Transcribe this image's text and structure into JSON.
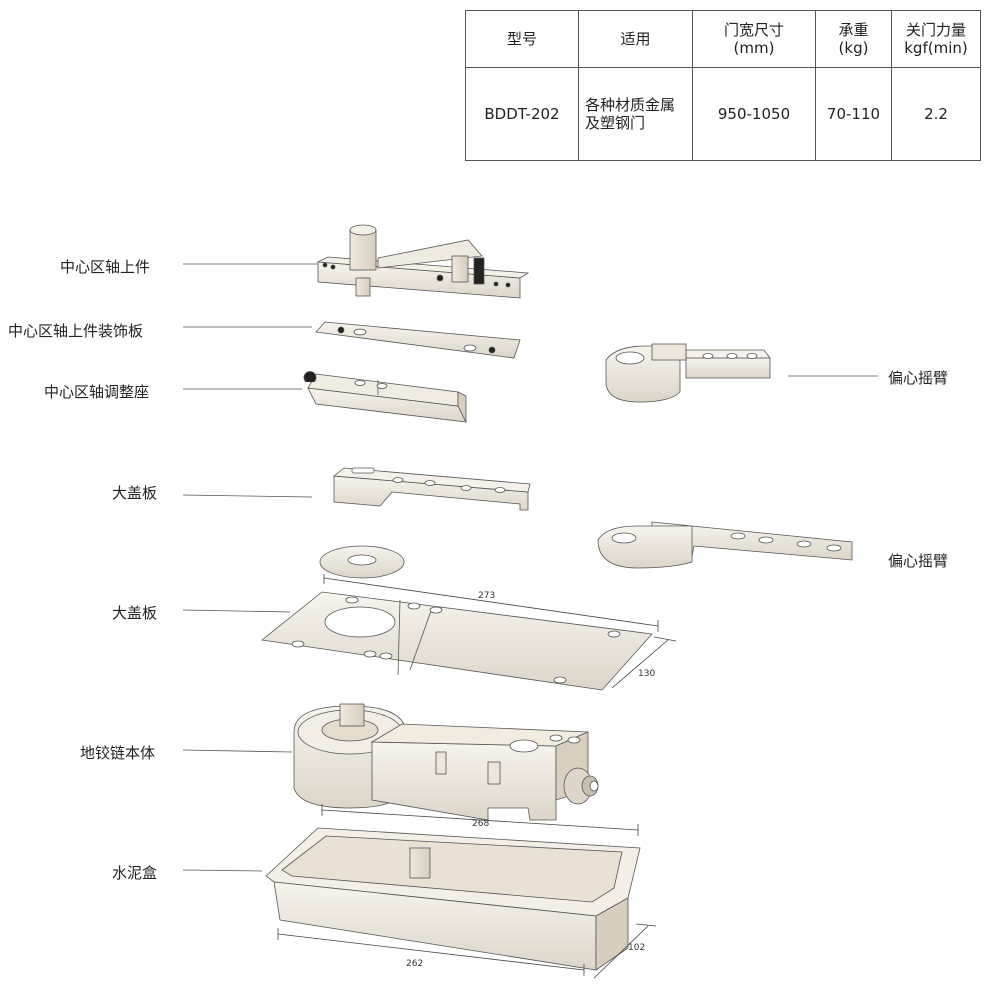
{
  "spec_table": {
    "headers": {
      "model": "型号",
      "usage": "适用",
      "width_line1": "门宽尺寸",
      "width_line2": "(mm)",
      "load_line1": "承重",
      "load_line2": "(kg)",
      "force_line1": "关门力量",
      "force_line2": "kgf(min)"
    },
    "row": {
      "model": "BDDT-202",
      "usage_line1": "各种材质金属",
      "usage_line2": "及塑钢门",
      "width": "950-1050",
      "load": "70-110",
      "force": "2.2"
    }
  },
  "labels": {
    "top_pivot": "中心区轴上件",
    "top_pivot_cover": "中心区轴上件装饰板",
    "adjust_seat": "中心区轴调整座",
    "cover_plate_1": "大盖板",
    "cover_plate_2": "大盖板",
    "hinge_body": "地铰链本体",
    "cement_box": "水泥盒",
    "offset_arm_1": "偏心摇臂",
    "offset_arm_2": "偏心摇臂"
  },
  "dimensions": {
    "plate_length": "273",
    "plate_width": "130",
    "body_length": "268",
    "box_length": "262",
    "box_width": "102"
  }
}
